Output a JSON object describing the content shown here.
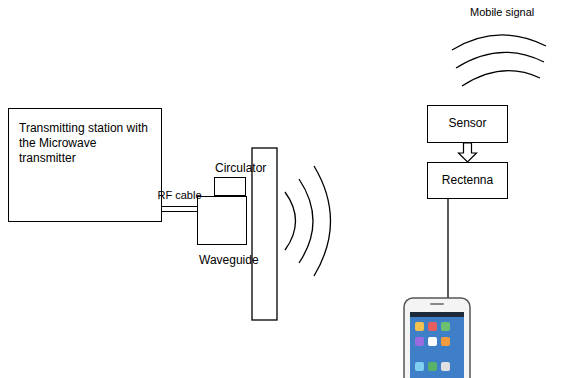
{
  "diagram": {
    "nodes": [
      {
        "text": [
          "Transmitting station with the Microwave transmitter"
        ]
      },
      {
        "text": [
          "Circulator"
        ]
      },
      {
        "text": [
          "Waveguide"
        ]
      },
      {
        "text": [
          "Sensor"
        ]
      },
      {
        "text": [
          "Rectenna"
        ]
      }
    ],
    "edges": [
      {
        "from": 0,
        "to": 2,
        "label": "RF cable",
        "arrow": "none"
      },
      {
        "from": 3,
        "to": 4,
        "arrow": "to"
      }
    ],
    "labels": [
      "Mobile signal"
    ]
  }
}
